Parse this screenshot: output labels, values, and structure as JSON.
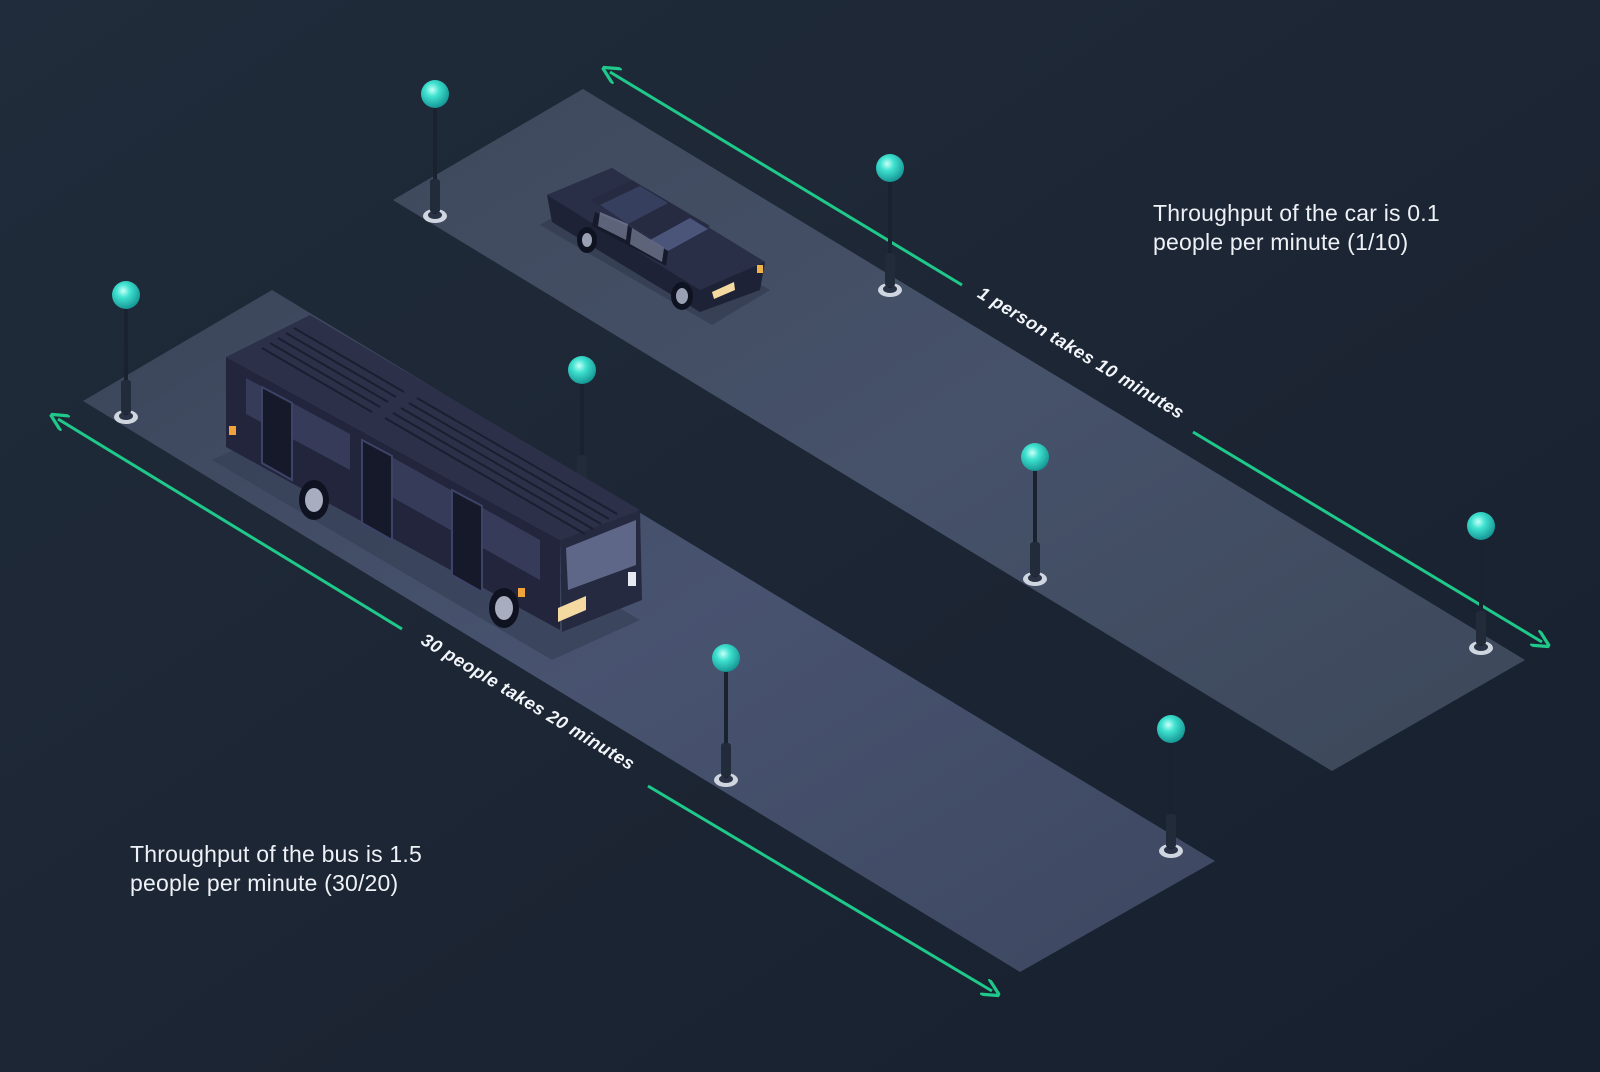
{
  "colors": {
    "background_top": "#1f2b3a",
    "background_bottom": "#18202c",
    "road": "#3e4a5e",
    "accent_green": "#1fc98a",
    "lamp_glow": "#2fd6c7",
    "vehicle_body": "#252a40",
    "text": "#eef1f6"
  },
  "car_lane": {
    "dimension_label": "1 person takes 10 minutes",
    "caption_line1": "Throughput of the car is 0.1",
    "caption_line2": "people per minute (1/10)",
    "vehicle_icon": "car-icon",
    "lamp_icon": "street-lamp-icon"
  },
  "bus_lane": {
    "dimension_label": "30 people takes 20 minutes",
    "caption_line1": "Throughput of the bus is 1.5",
    "caption_line2": "people per minute (30/20)",
    "vehicle_icon": "bus-icon",
    "lamp_icon": "street-lamp-icon"
  }
}
